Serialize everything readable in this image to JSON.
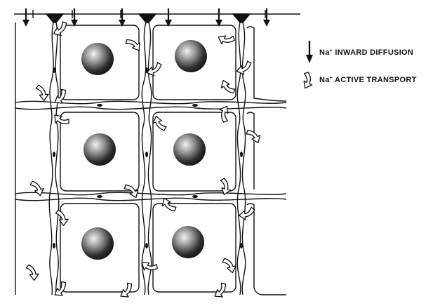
{
  "legend": {
    "inward_diffusion": {
      "prefix": "Na",
      "sup": "+",
      "text": " INWARD DIFFUSION",
      "icon": "solid-down-arrow-icon"
    },
    "active_transport": {
      "prefix": "Na",
      "sup": "+",
      "text": " ACTIVE TRANSPORT",
      "icon": "hollow-curved-arrow-icon"
    }
  },
  "colors": {
    "ink": "#111111",
    "paper": "#ffffff",
    "nucleus_dark": "#1a1a1a",
    "nucleus_light": "#bdbdbd"
  },
  "grid": {
    "rows": 3,
    "columns": 2
  }
}
